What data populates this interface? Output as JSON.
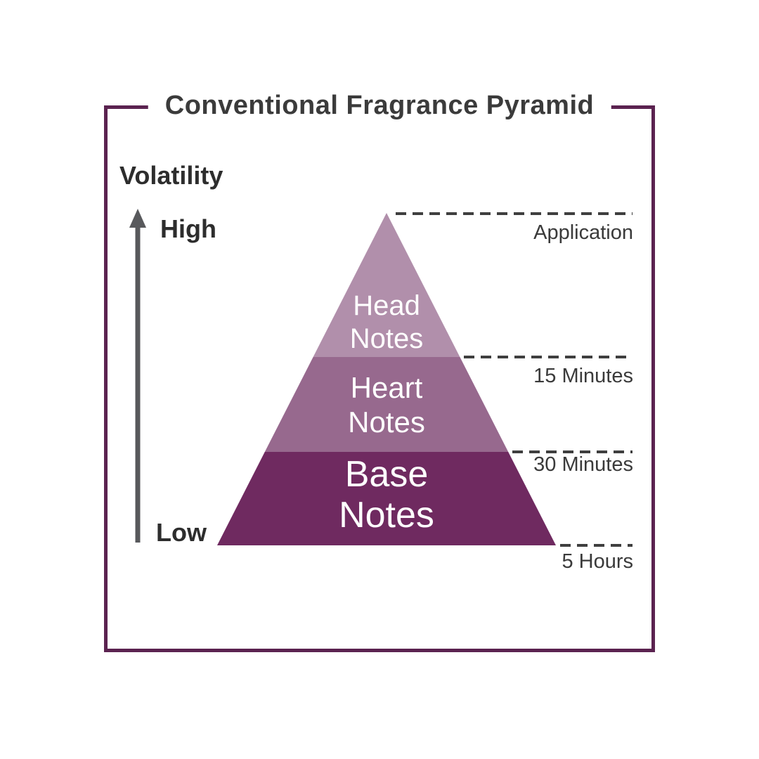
{
  "title": "Conventional Fragrance Pyramid",
  "axis": {
    "label": "Volatility",
    "high": "High",
    "low": "Low"
  },
  "pyramid": {
    "layers": [
      {
        "label": "Head Notes",
        "lines": [
          "Head",
          "Notes"
        ],
        "color": "#b18fab"
      },
      {
        "label": "Heart Notes",
        "lines": [
          "Heart",
          "Notes"
        ],
        "color": "#97698e"
      },
      {
        "label": "Base Notes",
        "lines": [
          "Base",
          "Notes"
        ],
        "color": "#6f2a60"
      }
    ]
  },
  "timeline": [
    {
      "label": "Application"
    },
    {
      "label": "15 Minutes"
    },
    {
      "label": "30 Minutes"
    },
    {
      "label": "5 Hours"
    }
  ],
  "colors": {
    "frame_border": "#5b2350",
    "dashed_line": "#3f3f3f",
    "arrow": "#58595c",
    "text_dark": "#2d2d2d",
    "text_light": "#ffffff",
    "background": "#ffffff"
  }
}
